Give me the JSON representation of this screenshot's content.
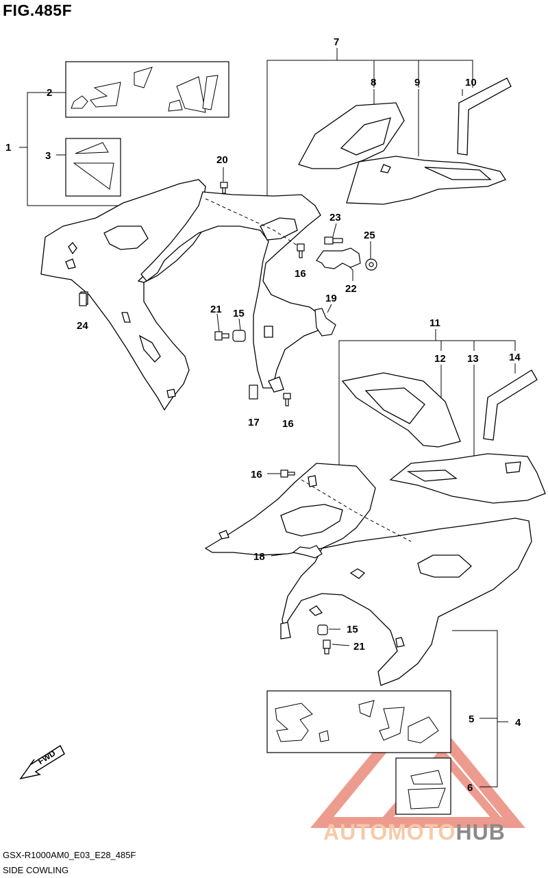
{
  "figure": {
    "title": "FIG.485F",
    "model_code": "GSX-R1000AM0_E03_E28_485F",
    "section_name": "SIDE COWLING",
    "fwd_label": "FWD"
  },
  "watermark": {
    "text_part1": "AUTOMOTO",
    "text_part2": "HUB",
    "color_triangle": "#e05a4a",
    "color_text1": "#f7c9a6",
    "color_text2": "#8a8a8a"
  },
  "callouts": {
    "c1": "1",
    "c2": "2",
    "c3": "3",
    "c4": "4",
    "c5": "5",
    "c6": "6",
    "c7": "7",
    "c8": "8",
    "c9": "9",
    "c10": "10",
    "c11": "11",
    "c12": "12",
    "c13": "13",
    "c14": "14",
    "c15a": "15",
    "c15b": "15",
    "c16a": "16",
    "c16b": "16",
    "c16c": "16",
    "c17": "17",
    "c18": "18",
    "c19": "19",
    "c20": "20",
    "c21a": "21",
    "c21b": "21",
    "c22": "22",
    "c23": "23",
    "c24": "24",
    "c25": "25"
  }
}
